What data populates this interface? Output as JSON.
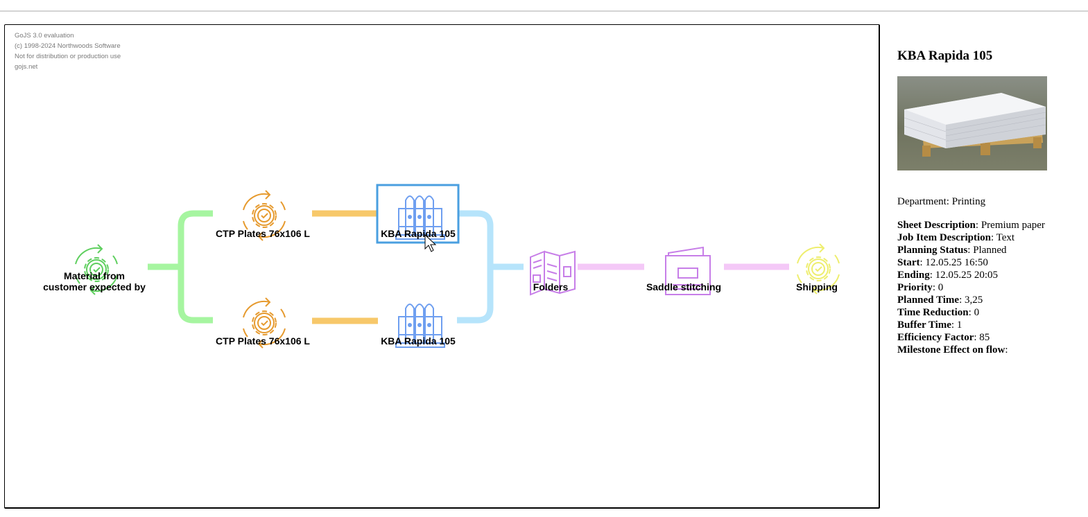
{
  "watermark": {
    "line1": "GoJS 3.0 evaluation",
    "line2": "(c) 1998-2024 Northwoods Software",
    "line3": "Not for distribution or production use",
    "line4": "gojs.net"
  },
  "nodes": {
    "material": {
      "line1": "Material from",
      "line2": "customer expected by",
      "icon": "gear-cycle-icon",
      "color": "#5fcf5f"
    },
    "ctp_top": {
      "label": "CTP Plates 76x106 L",
      "icon": "gear-cycle-icon",
      "color": "#e69a2e"
    },
    "ctp_bottom": {
      "label": "CTP Plates 76x106 L",
      "icon": "gear-cycle-icon",
      "color": "#e69a2e"
    },
    "kba_top": {
      "label": "KBA Rapida 105",
      "icon": "printer-binders-icon",
      "color": "#6f9ff0",
      "selected": true
    },
    "kba_bottom": {
      "label": "KBA Rapida 105",
      "icon": "printer-binders-icon",
      "color": "#6f9ff0"
    },
    "folders": {
      "label": "Folders",
      "icon": "folded-brochure-icon",
      "color": "#c77ee8"
    },
    "saddle": {
      "label": "Saddle stitching",
      "icon": "booklet-icon",
      "color": "#c77ee8"
    },
    "shipping": {
      "label": "Shipping",
      "icon": "gear-cycle-icon",
      "color": "#eeee6e"
    }
  },
  "link_colors": {
    "green": "#a6f5a0",
    "orange": "#f7c86a",
    "blue": "#b6e4fb",
    "pink": "#f4c8f7",
    "selection": "#4a9fe0"
  },
  "details": {
    "title": "KBA Rapida 105",
    "image_icon": "paper-stack-on-pallet-photo",
    "department_label": "Department:",
    "department_value": "Printing",
    "properties": [
      {
        "label": "Sheet Description",
        "value": "Premium paper"
      },
      {
        "label": "Job Item Description",
        "value": "Text"
      },
      {
        "label": "Planning Status",
        "value": "Planned"
      },
      {
        "label": "Start",
        "value": "12.05.25 16:50"
      },
      {
        "label": "Ending",
        "value": "12.05.25 20:05"
      },
      {
        "label": "Priority",
        "value": "0"
      },
      {
        "label": "Planned Time",
        "value": "3,25"
      },
      {
        "label": "Time Reduction",
        "value": "0"
      },
      {
        "label": "Buffer Time",
        "value": "1"
      },
      {
        "label": "Efficiency Factor",
        "value": "85"
      },
      {
        "label": "Milestone Effect on flow",
        "value": ""
      }
    ]
  }
}
